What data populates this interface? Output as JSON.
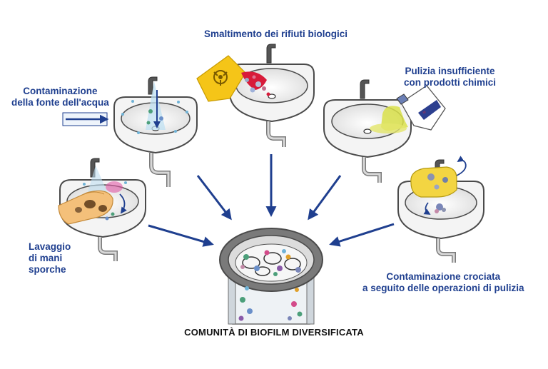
{
  "labels": {
    "water_source": [
      "Contaminazione",
      "della fonte dell'acqua"
    ],
    "biological_waste": [
      "Smaltimento dei rifiuti biologici"
    ],
    "chemical_cleaning": [
      "Pulizia insufficiente",
      "con prodotti chimici"
    ],
    "hand_washing": [
      "Lavaggio",
      "di mani",
      "sporche"
    ],
    "cross_contamination": [
      "Contaminazione crociata",
      "a seguito delle operazioni di pulizia"
    ]
  },
  "title": "COMUNITÀ DI BIOFILM DIVERSIFICATA",
  "colors": {
    "label_text": "#1f3f8f",
    "arrow": "#1f3f8f",
    "sink_line": "#4a4a4a",
    "sink_fill": "#f2f2f2",
    "drain_rim": "#6e6e6e",
    "biohazard_bag": "#f5c518",
    "cleaning_liquid": "#d9e04a",
    "sponge": "#f3d542",
    "glove": "#f4c07a"
  },
  "icons": [
    "sink-icon",
    "faucet-icon",
    "biohazard-bag-icon",
    "chemical-bottle-icon",
    "sponge-icon",
    "glove-icon",
    "drain-icon",
    "biofilm-icon"
  ]
}
